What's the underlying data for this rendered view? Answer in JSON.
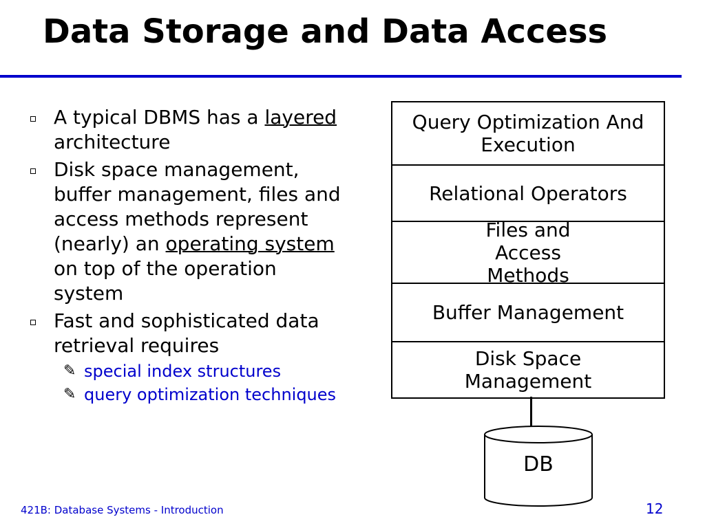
{
  "title": "Data Storage and Data Access",
  "bullets": [
    {
      "pre": "A typical DBMS has a ",
      "underline": "layered",
      "post": " architecture"
    },
    {
      "pre": "Disk space management, buffer management, files and access methods represent (nearly) an ",
      "underline": "operating system",
      "post": " on top of the operation system"
    },
    {
      "text": "Fast and sophisticated data retrieval requires"
    }
  ],
  "sub_bullets": [
    "special index structures",
    "query optimization techniques"
  ],
  "layers": [
    "Query Optimization And Execution",
    "Relational Operators",
    "Files and Access Methods",
    "Buffer Management",
    "Disk Space Management"
  ],
  "db_label": "DB",
  "footer": "421B: Database Systems - Introduction",
  "page_number": "12",
  "colors": {
    "accent": "#0000cc",
    "text": "#000000",
    "background": "#ffffff"
  }
}
